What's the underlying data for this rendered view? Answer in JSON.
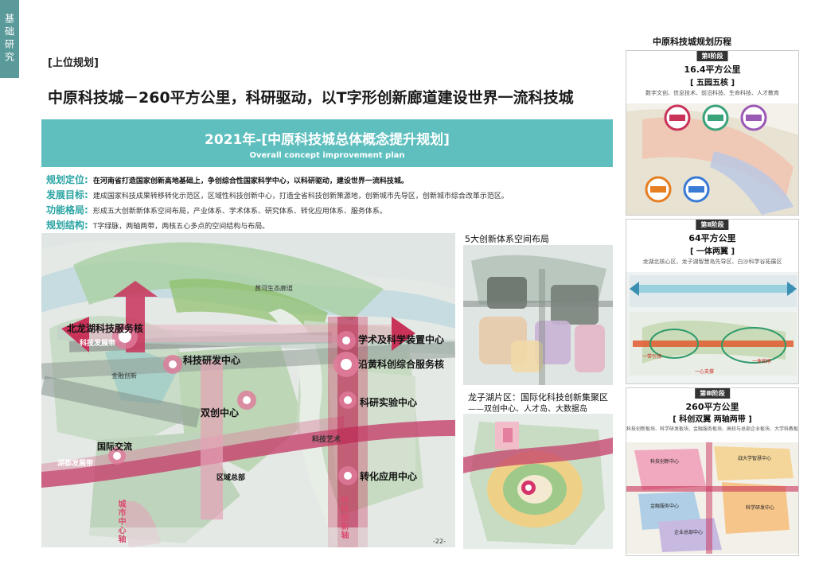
{
  "side_tab": "基础研究",
  "section_tag": "[上位规划]",
  "main_title": "中原科技城－260平方公里，科研驱动，以T字形创新廊道建设世界一流科技城",
  "banner": {
    "title": "2021年-[中原科技城总体概念提升规划]",
    "subtitle": "Overall concept improvement plan",
    "color": "#5fbfbf"
  },
  "info": [
    {
      "label": "规划定位:",
      "text": "在河南省打造国家创新高地基础上，争创综合性国家科学中心，以科研驱动，建设世界一流科技城。"
    },
    {
      "label": "发展目标:",
      "text": "建成国家科技成果转移转化示范区，区域性科技创新中心，打造全省科技创新策源地，创新城市先导区，创新城市综合改革示范区。"
    },
    {
      "label": "功能格局:",
      "text": "形成五大创新新体系空间布局，产业体系、学术体系、研究体系、转化应用体系、服务体系。"
    },
    {
      "label": "规划结构:",
      "text": "T字绿脉，两轴两带，两核五心多点的空间结构与布局。"
    }
  ],
  "main_map": {
    "labels": {
      "corridor": "黄河生态廊道",
      "beilonghu": "北龙湖科技服务核",
      "keji_fazhan_dai": "科技发展带",
      "jinrong": "金融创新",
      "keyan_kaifa": "科技研发中心",
      "xueshu": "学术及科学装置中心",
      "yanhuang": "沿黄科创综合服务核",
      "shuangchuang": "双创中心",
      "keyan_shiyan": "科研实验中心",
      "guoji_jiaoliu": "国际交流",
      "keji_yishu": "科技艺术",
      "zhuanhua": "转化应用中心",
      "quyu_zongbu": "区域总部",
      "hu_dai": "湖都发展带",
      "city_axis": "城市中心轴",
      "innovation_axis": "科技创新轴",
      "page": "-22-"
    }
  },
  "five_systems": {
    "caption": "5大创新体系空间布局"
  },
  "longzihu": {
    "caption_line1": "龙子湖片区：国际化科技创新集聚区",
    "caption_line2": "——双创中心、人才岛、大数据岛"
  },
  "history": {
    "title": "中原科技城规划历程",
    "phases": [
      {
        "tag": "第Ⅰ阶段",
        "area": "16.4平方公里",
        "name": "[ 五园五核 ]",
        "desc": "数字文创、信息技术、前沿科技、生命科技、人才教育"
      },
      {
        "tag": "第Ⅱ阶段",
        "area": "64平方公里",
        "name": "[ 一体两翼 ]",
        "desc": "龙湖北核心区、龙子湖智慧岛先导区、白沙科学谷拓展区",
        "labels": [
          "一带引领",
          "一心支撑",
          "一体相承"
        ]
      },
      {
        "tag": "第Ⅲ阶段",
        "area": "260平方公里",
        "name": "[ 科创双翼 两轴两带 ]",
        "desc": "科技创新板块、科学研发板块、金融服务板块、高校与总部企业板块、大学科教板块",
        "labels": [
          "科技创新中心",
          "战大学智慧中心",
          "金融服务中心",
          "科学研发中心",
          "企业总部中心"
        ]
      }
    ]
  },
  "colors": {
    "teal": "#5fbfbf",
    "label_teal": "#2aa3a3",
    "accent_pink": "#c9335a",
    "green": "#8fbf6a",
    "water": "#c7dce0"
  }
}
